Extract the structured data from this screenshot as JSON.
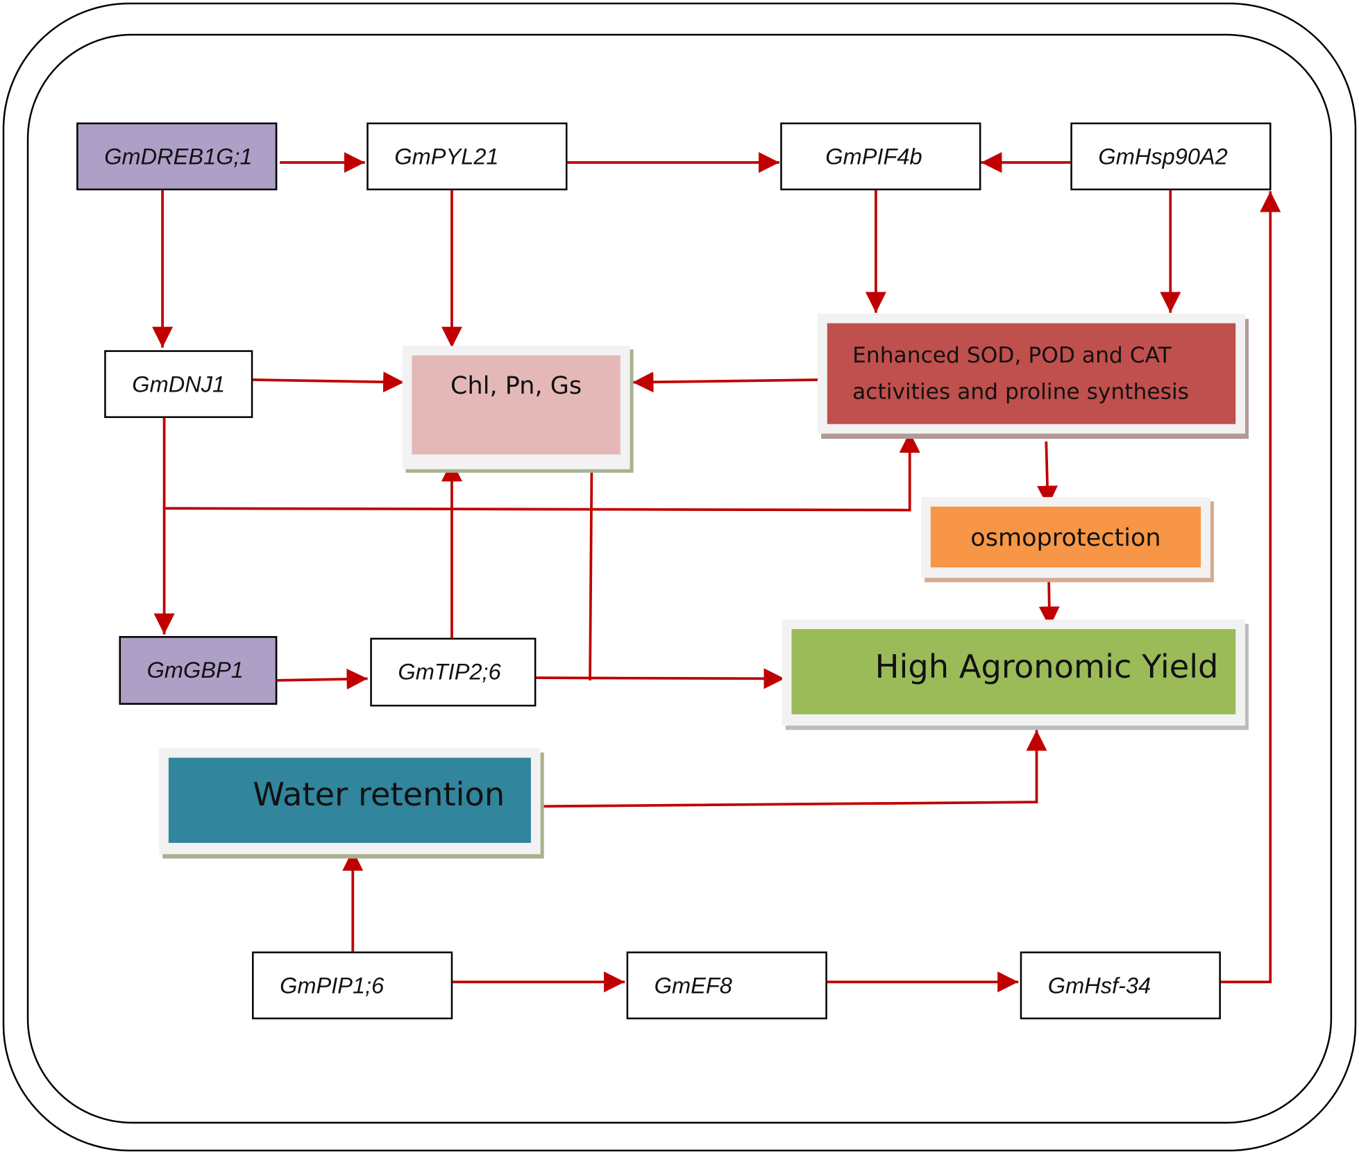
{
  "genes": {
    "dreb": "GmDREB1G;1",
    "pyl": "GmPYL21",
    "pif": "GmPIF4b",
    "hsp": "GmHsp90A2",
    "dnj": "GmDNJ1",
    "gbp": "GmGBP1",
    "tip": "GmTIP2;6",
    "pip": "GmPIP1;6",
    "ef8": "GmEF8",
    "hsf": "GmHsf-34"
  },
  "outcomes": {
    "chl": "Chl, Pn, Gs",
    "enzyme_line1": "Enhanced SOD, POD and CAT",
    "enzyme_line2": "activities and proline synthesis",
    "osmo": "osmoprotection",
    "yield": "High Agronomic Yield",
    "water": "Water retention"
  },
  "colors": {
    "arrow": "#c00000",
    "purple_box": "#ad9fc6",
    "chl_box": "#e5b8b8",
    "enzyme_box": "#c0504d",
    "osmo_box": "#f79646",
    "yield_box": "#9bbb59",
    "water_box": "#31859c"
  }
}
